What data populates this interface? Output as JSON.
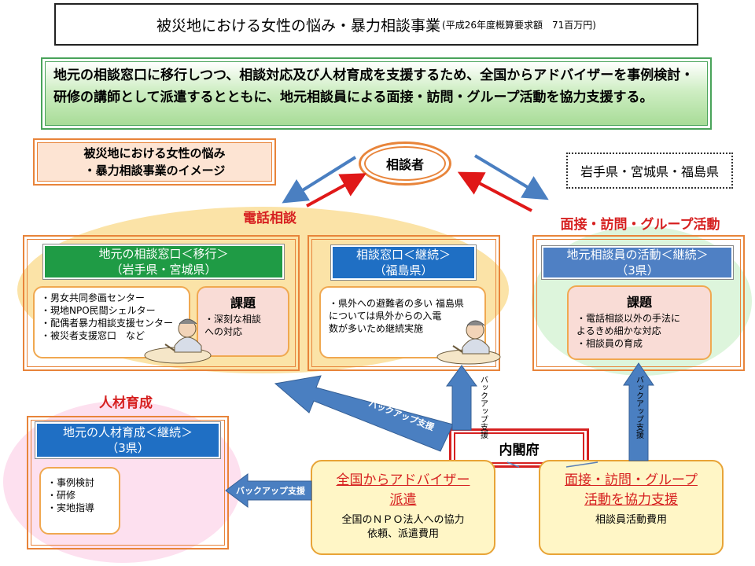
{
  "title": {
    "main": "被災地における女性の悩み・暴力相談事業",
    "budget": "(平成26年度概算要求額　71百万円)"
  },
  "summary": "地元の相談窓口に移行しつつ、相談対応及び人材育成を支援するため、全国からアドバイザーを事例検討・研修の講師として派遣するとともに、地元相談員による面接・訪問・グループ活動を協力支援する。",
  "image_label": {
    "line1": "被災地における女性の悩み",
    "line2": "・暴力相談事業のイメージ"
  },
  "consulter": "相談者",
  "prefectures": "岩手県・宮城県・福島県",
  "labels": {
    "phone": "電話相談",
    "interview": "面接・訪問・グループ活動",
    "hr": "人材育成"
  },
  "local_window": {
    "header_line1": "地元の相談窓口＜移行＞",
    "header_line2": "（岩手県・宮城県）",
    "items": [
      "・男女共同参画センター",
      "・現地NPO民間シェルター",
      "・配偶者暴力相談支援センター",
      "・被災者支援窓口　など"
    ],
    "issue_title": "課題",
    "issue_items": [
      "・深刻な相談",
      "への対応"
    ]
  },
  "fukushima_window": {
    "header_line1": "相談窓口＜継続＞",
    "header_line2": "（福島県）",
    "note_lines": [
      "・県外への避難者の多い 福島県",
      "については県外からの入電",
      "数が多いため継続実施"
    ]
  },
  "local_staff": {
    "header_line1": "地元相談員の活動＜継続＞",
    "header_line2": "（3県）",
    "issue_title": "課題",
    "issue_items": [
      "・電話相談以外の手法に",
      "よるきめ細かな対応",
      "・相談員の育成"
    ]
  },
  "local_hr": {
    "header_line1": "地元の人材育成＜継続＞",
    "header_line2": "（3県）",
    "items": [
      "・事例検討",
      "・研修",
      "・実地指導"
    ]
  },
  "cabinet_office": "内閣府",
  "dispatch": {
    "title_line1": "全国からアドバイザー",
    "title_line2": "派遣",
    "body_line1": "全国のＮＰＯ法人への協力",
    "body_line2": "依頼、派遣費用"
  },
  "support": {
    "title_line1": "面接・訪問・グループ",
    "title_line2": "活動を協力支援",
    "body": "相談員活動費用"
  },
  "backup_support": "バックアップ支援"
}
